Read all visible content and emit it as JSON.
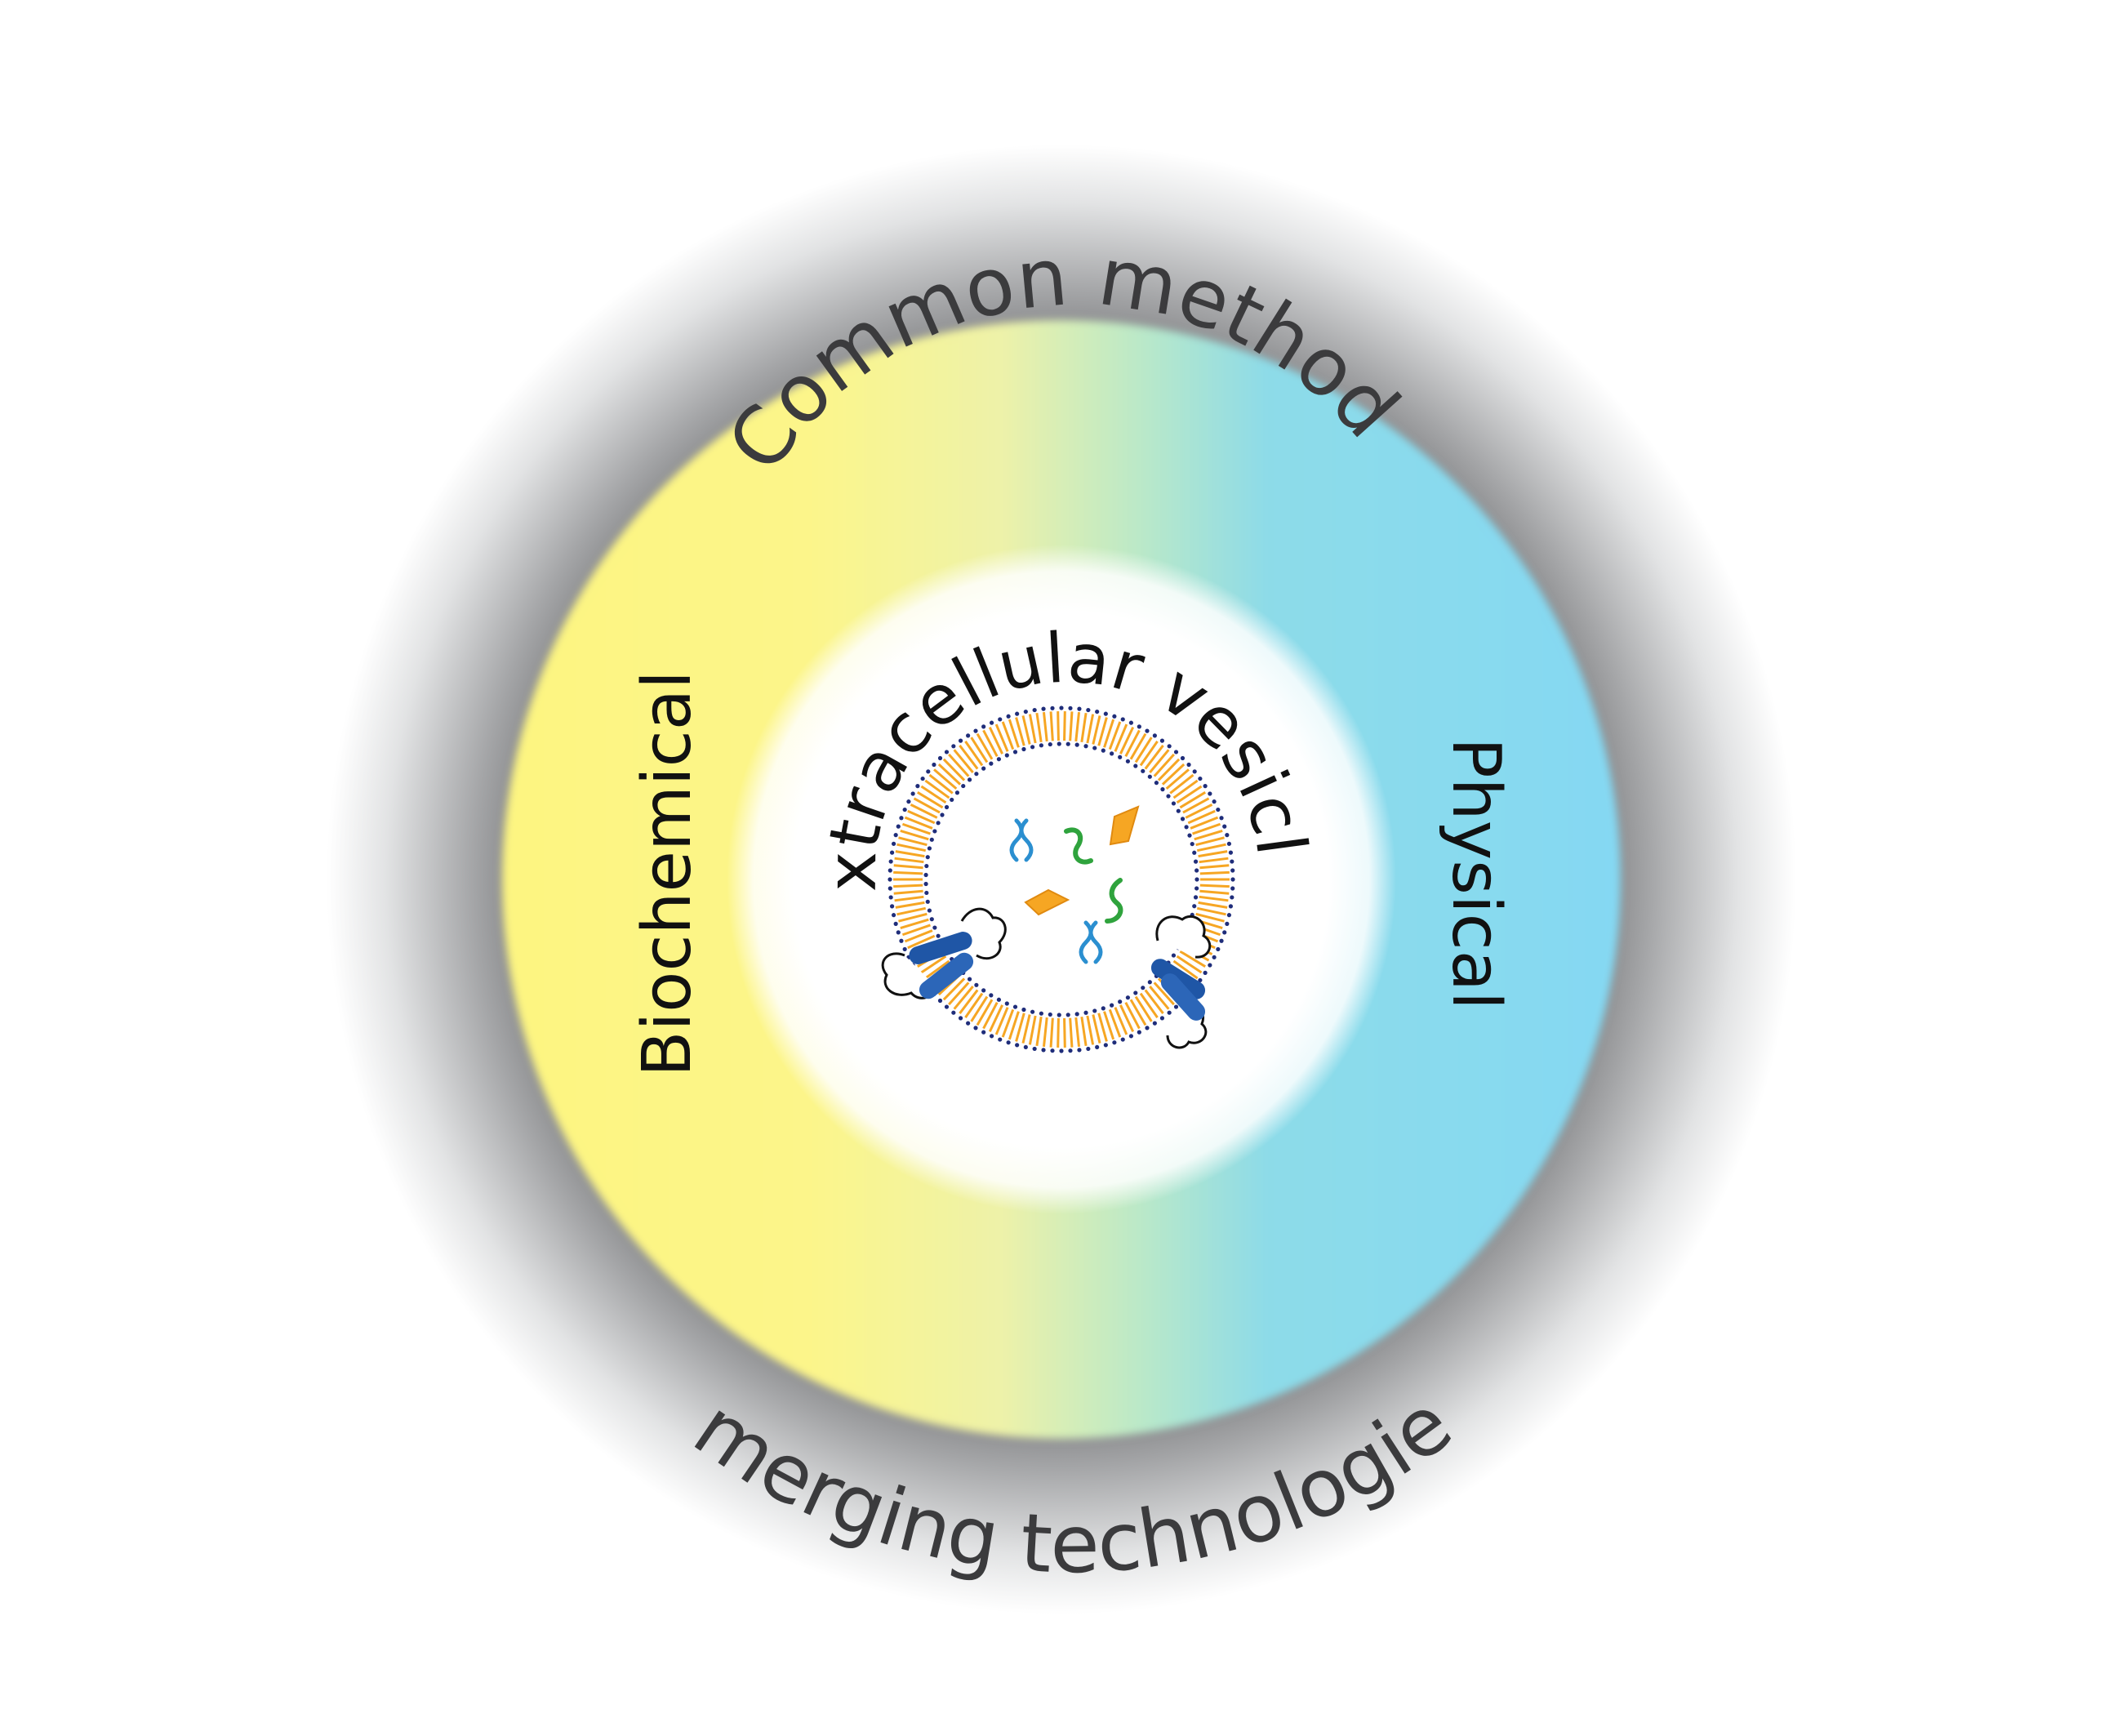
{
  "outer_ring_top_label": "Common methods",
  "outer_ring_bottom_label": "Emerging technologies",
  "left_segment_label": "Biochemical",
  "right_segment_label": "Physical",
  "center_label": "Extracellular vesicles",
  "colors": {
    "outer_halo": "#6a6b6d",
    "biochemical_yellow": "#fdf581",
    "physical_blue": "#84d8f4",
    "membrane_orange": "#f6a623",
    "membrane_dots": "#1f2d7a",
    "protein_blue": "#1f56a6",
    "dna_blue": "#2b8fd0",
    "rna_green": "#2fa33d"
  },
  "icons": [
    "lipid-bilayer-icon",
    "membrane-protein-icon",
    "dna-icon",
    "rna-icon",
    "protein-crystal-icon"
  ]
}
